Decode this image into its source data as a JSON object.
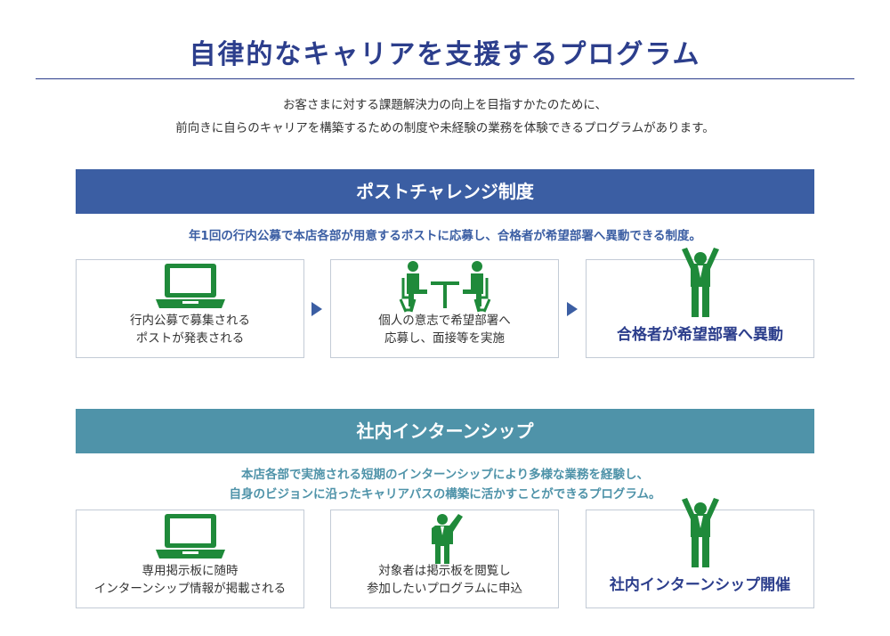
{
  "title": "自律的なキャリアを支援するプログラム",
  "intro": {
    "line1": "お客さまに対する課題解決力の向上を目指すかたのために、",
    "line2": "前向きに自らのキャリアを構築するための制度や未経験の業務を体験できるプログラムがあります。"
  },
  "colors": {
    "accent": "#2c3e8c",
    "band_blue": "#3b5ea3",
    "band_teal": "#4f93a9",
    "icon_green": "#1f8a3a"
  },
  "post_challenge": {
    "heading": "ポストチャレンジ制度",
    "description": "年1回の行内公募で本店各部が用意するポストに応募し、合格者が希望部署へ異動できる制度。",
    "steps": [
      {
        "icon": "laptop-icon",
        "line1": "行内公募で募集される",
        "line2": "ポストが発表される"
      },
      {
        "icon": "interview-icon",
        "line1": "個人の意志で希望部署へ",
        "line2": "応募し、面接等を実施"
      },
      {
        "icon": "celebrating-person-icon",
        "result": "合格者が希望部署へ異動"
      }
    ]
  },
  "internship": {
    "heading": "社内インターンシップ",
    "description_line1": "本店各部で実施される短期のインターンシップにより多様な業務を経験し、",
    "description_line2": "自身のビジョンに沿ったキャリアパスの構築に活かすことができるプログラム。",
    "steps": [
      {
        "icon": "laptop-icon",
        "line1": "専用掲示板に随時",
        "line2": "インターンシップ情報が掲載される"
      },
      {
        "icon": "raising-hand-person-icon",
        "line1": "対象者は掲示板を閲覧し",
        "line2": "参加したいプログラムに申込"
      },
      {
        "icon": "celebrating-person-icon",
        "result": "社内インターンシップ開催"
      }
    ]
  }
}
